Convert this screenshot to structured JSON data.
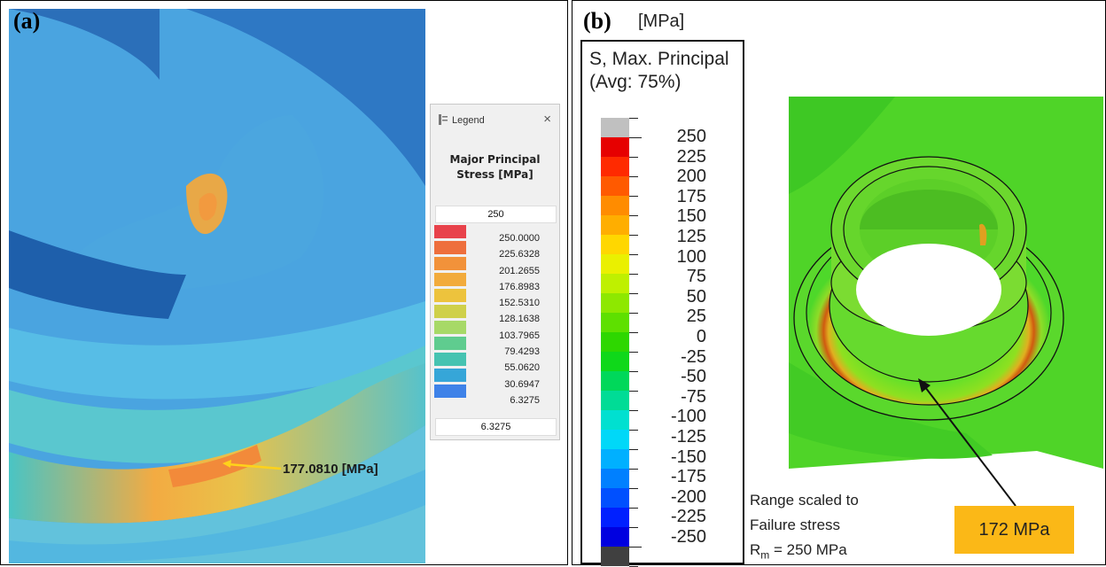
{
  "panel_a": {
    "label": "(a)",
    "callout": "177.0810 [MPa]",
    "legend": {
      "header": "Legend",
      "close": "×",
      "quantity": "Major Principal Stress [MPa]",
      "max_box": "250",
      "values": [
        "250.0000",
        "225.6328",
        "201.2655",
        "176.8983",
        "152.5310",
        "128.1638",
        "103.7965",
        "79.4293",
        "55.0620",
        "30.6947",
        "6.3275"
      ],
      "swatch_colors": [
        "#e8424b",
        "#ee6f3d",
        "#f2923a",
        "#f2ab3c",
        "#edc33d",
        "#cfd04a",
        "#a7d967",
        "#5fcc8f",
        "#46c3b1",
        "#36a6d8",
        "#3e82e8"
      ],
      "min_box": "6.3275"
    }
  },
  "panel_b": {
    "label": "(b)",
    "unit": "[MPa]",
    "legend": {
      "title_line1": "S, Max. Principal",
      "title_line2": "(Avg: 75%)",
      "values": [
        "250",
        "225",
        "200",
        "175",
        "150",
        "125",
        "100",
        "75",
        "50",
        "25",
        "0",
        "-25",
        "-50",
        "-75",
        "-100",
        "-125",
        "-150",
        "-175",
        "-200",
        "-225",
        "-250"
      ],
      "colors": [
        "#c0c0c0",
        "#e60000",
        "#ff2a00",
        "#ff5a00",
        "#ff8c00",
        "#ffae00",
        "#ffd700",
        "#eaf000",
        "#bff000",
        "#8ee800",
        "#5ee000",
        "#2ed700",
        "#0fd81a",
        "#00d85a",
        "#00dc96",
        "#00e0d0",
        "#00d8f8",
        "#00b0ff",
        "#0080ff",
        "#0050ff",
        "#0020ff",
        "#0000e0",
        "#404040"
      ]
    },
    "note_line1": "Range scaled to",
    "note_line2": "Failure stress",
    "note_line3_prefix": "R",
    "note_line3_sub": "m",
    "note_line3_suffix": " = 250 MPa",
    "callout": "172 MPa"
  }
}
